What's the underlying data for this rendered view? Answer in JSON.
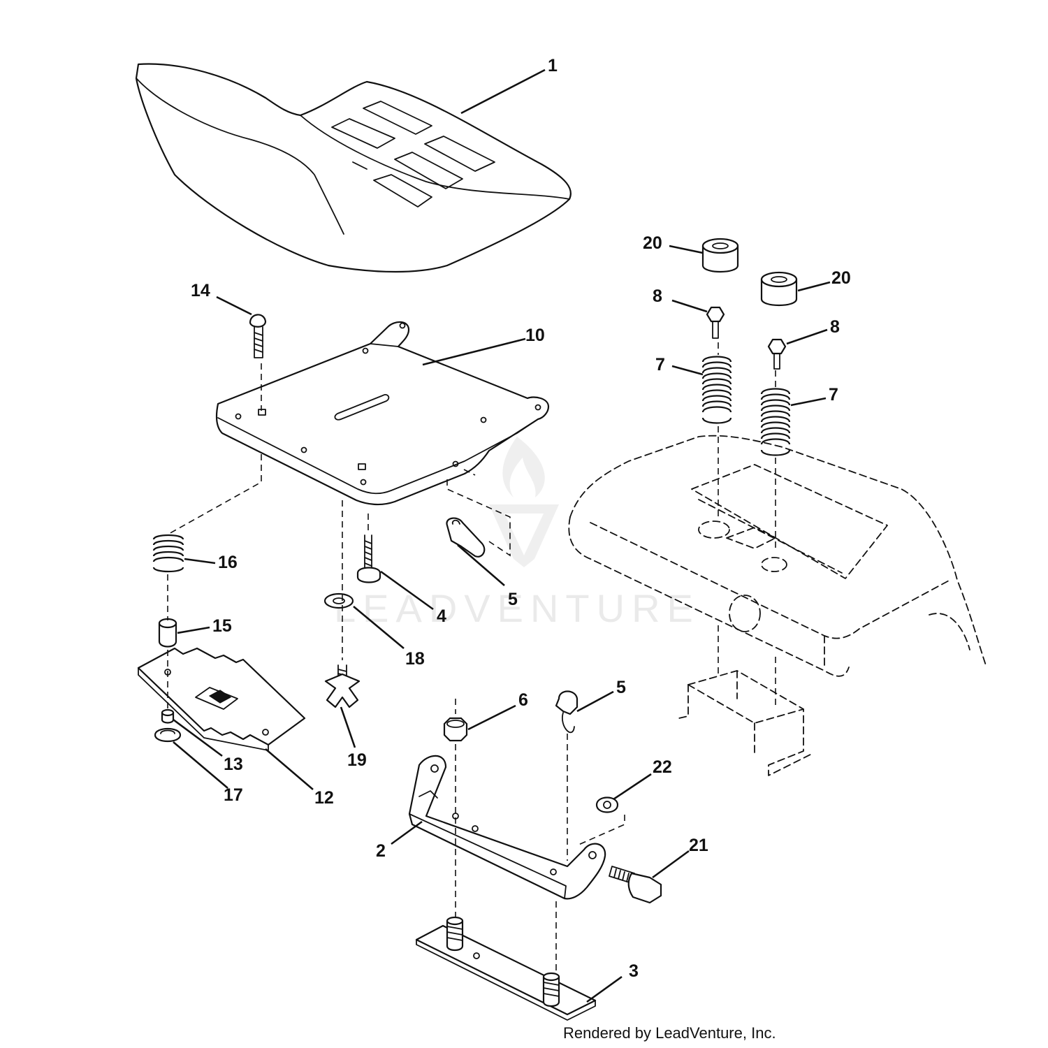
{
  "callouts": [
    {
      "label": "1"
    },
    {
      "label": "14"
    },
    {
      "label": "10"
    },
    {
      "label": "20"
    },
    {
      "label": "20"
    },
    {
      "label": "8"
    },
    {
      "label": "8"
    },
    {
      "label": "7"
    },
    {
      "label": "7"
    },
    {
      "label": "16"
    },
    {
      "label": "15"
    },
    {
      "label": "4"
    },
    {
      "label": "5"
    },
    {
      "label": "18"
    },
    {
      "label": "6"
    },
    {
      "label": "5"
    },
    {
      "label": "19"
    },
    {
      "label": "13"
    },
    {
      "label": "17"
    },
    {
      "label": "12"
    },
    {
      "label": "22"
    },
    {
      "label": "21"
    },
    {
      "label": "2"
    },
    {
      "label": "3"
    }
  ],
  "watermark": {
    "text": "LEADVENTURE"
  },
  "credit": {
    "text": "Rendered by LeadVenture, Inc."
  }
}
